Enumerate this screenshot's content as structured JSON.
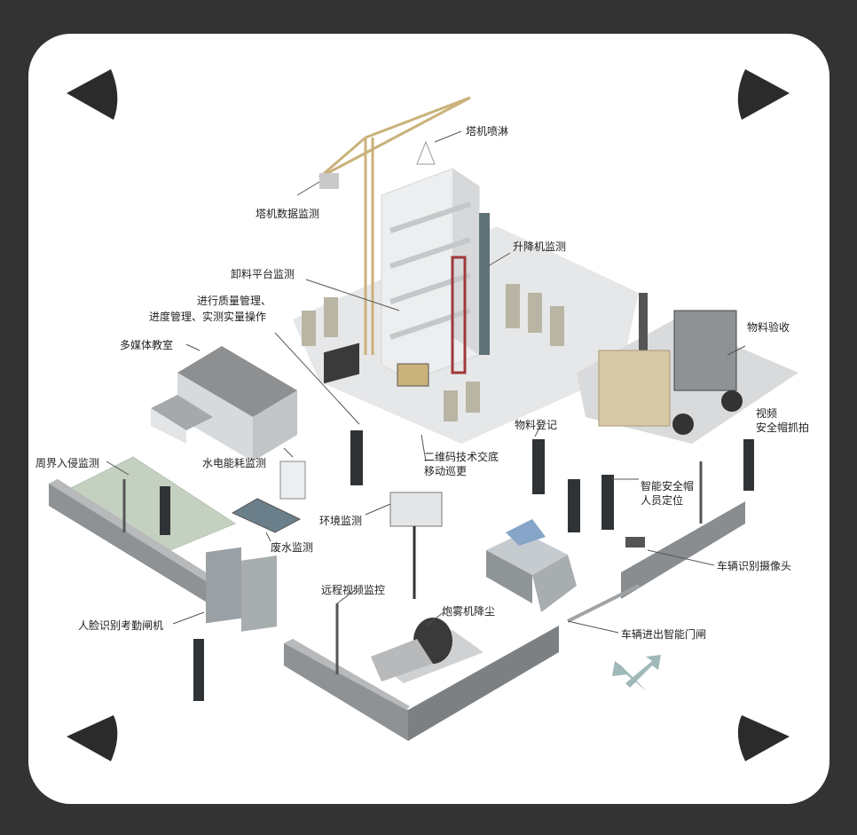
{
  "labels": {
    "tower_spray": "塔机喷淋",
    "tower_data": "塔机数据监测",
    "elevator": "升降机监测",
    "unload_platform": "卸料平台监测",
    "quality_line1": "进行质量管理、",
    "quality_line2": "进度管理、实测实量操作",
    "media_room": "多媒体教室",
    "material_accept": "物料验收",
    "video_line1": "视频",
    "video_line2": "安全帽抓拍",
    "perimeter": "周界入侵监测",
    "water_power": "水电能耗监测",
    "qr_line1": "二维码技术交底",
    "qr_line2": "移动巡更",
    "material_register": "物料登记",
    "helmet_line1": "智能安全帽",
    "helmet_line2": "人员定位",
    "environment": "环境监测",
    "wastewater": "废水监测",
    "vehicle_camera": "车辆识别摄像头",
    "remote_video": "远程视频监控",
    "fog_cannon": "炮雾机降尘",
    "face_gate": "人脸识别考勤闸机",
    "vehicle_gate": "车辆进出智能门闸"
  },
  "colors": {
    "background": "#333333",
    "card": "#ffffff",
    "corner_marks": "#2b2b2b",
    "crane": "#c9b27a",
    "wall": "#8f9295",
    "ground": "#e4e5e6",
    "grass": "#c5d1c0",
    "arrow": "#9fb8b8"
  }
}
